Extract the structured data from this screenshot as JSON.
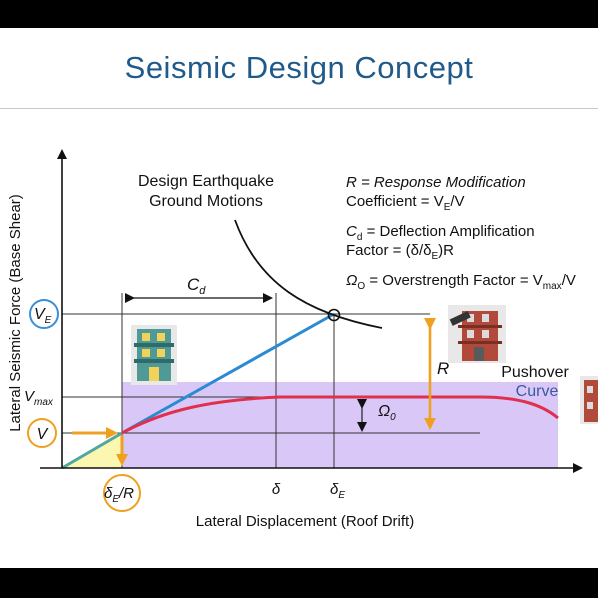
{
  "slide": {
    "title": "Seismic Design Concept"
  },
  "axes": {
    "y_label": "Lateral Seismic Force (Base Shear)",
    "x_label": "Lateral Displacement (Roof Drift)"
  },
  "annotations": {
    "eq_line1": "Design Earthquake",
    "eq_line2": "Ground Motions",
    "pushover_line1": "Pushover",
    "pushover_line2": "Curve",
    "r_label": "R",
    "omega_label": "Ω",
    "omega_sub": "0",
    "cd_label": "C",
    "cd_sub": "d"
  },
  "definitions": {
    "r_def_1": "R = Response Modification",
    "r_def_2": "Coefficient = V",
    "r_def_2_sub": "E",
    "r_def_2_end": "/V",
    "cd_def_1_a": "C",
    "cd_def_1_sub": "d",
    "cd_def_1_b": " = Deflection Amplification",
    "cd_def_2_a": "Factor = (δ/δ",
    "cd_def_2_sub": "E",
    "cd_def_2_b": ")R",
    "om_def_a": "Ω",
    "om_def_sub": "O",
    "om_def_b": " = Overstrength Factor = V",
    "om_def_sub2": "max",
    "om_def_c": "/V"
  },
  "levels": {
    "ve": "V",
    "ve_sub": "E",
    "vmax": "V",
    "vmax_sub": "max",
    "v": "V"
  },
  "ticks": {
    "de_r_a": "δ",
    "de_r_sub": "E",
    "de_r_b": "/R",
    "delta": "δ",
    "delta_e": "δ",
    "delta_e_sub": "E"
  },
  "colors": {
    "title": "#1f5a8a",
    "elastic_line": "#2a8ad4",
    "pushover_curve": "#e0304e",
    "purple_region": "#d9c8f7",
    "yellow_region": "#fbf6b0",
    "orange_arrow": "#f0a020",
    "circle_blue": "#3a8fd8",
    "circle_orange": "#f0a020",
    "building": "#3d8d8b"
  },
  "icons": [
    "building-icon-small",
    "building-icon-damaged",
    "building-icon-edge"
  ]
}
